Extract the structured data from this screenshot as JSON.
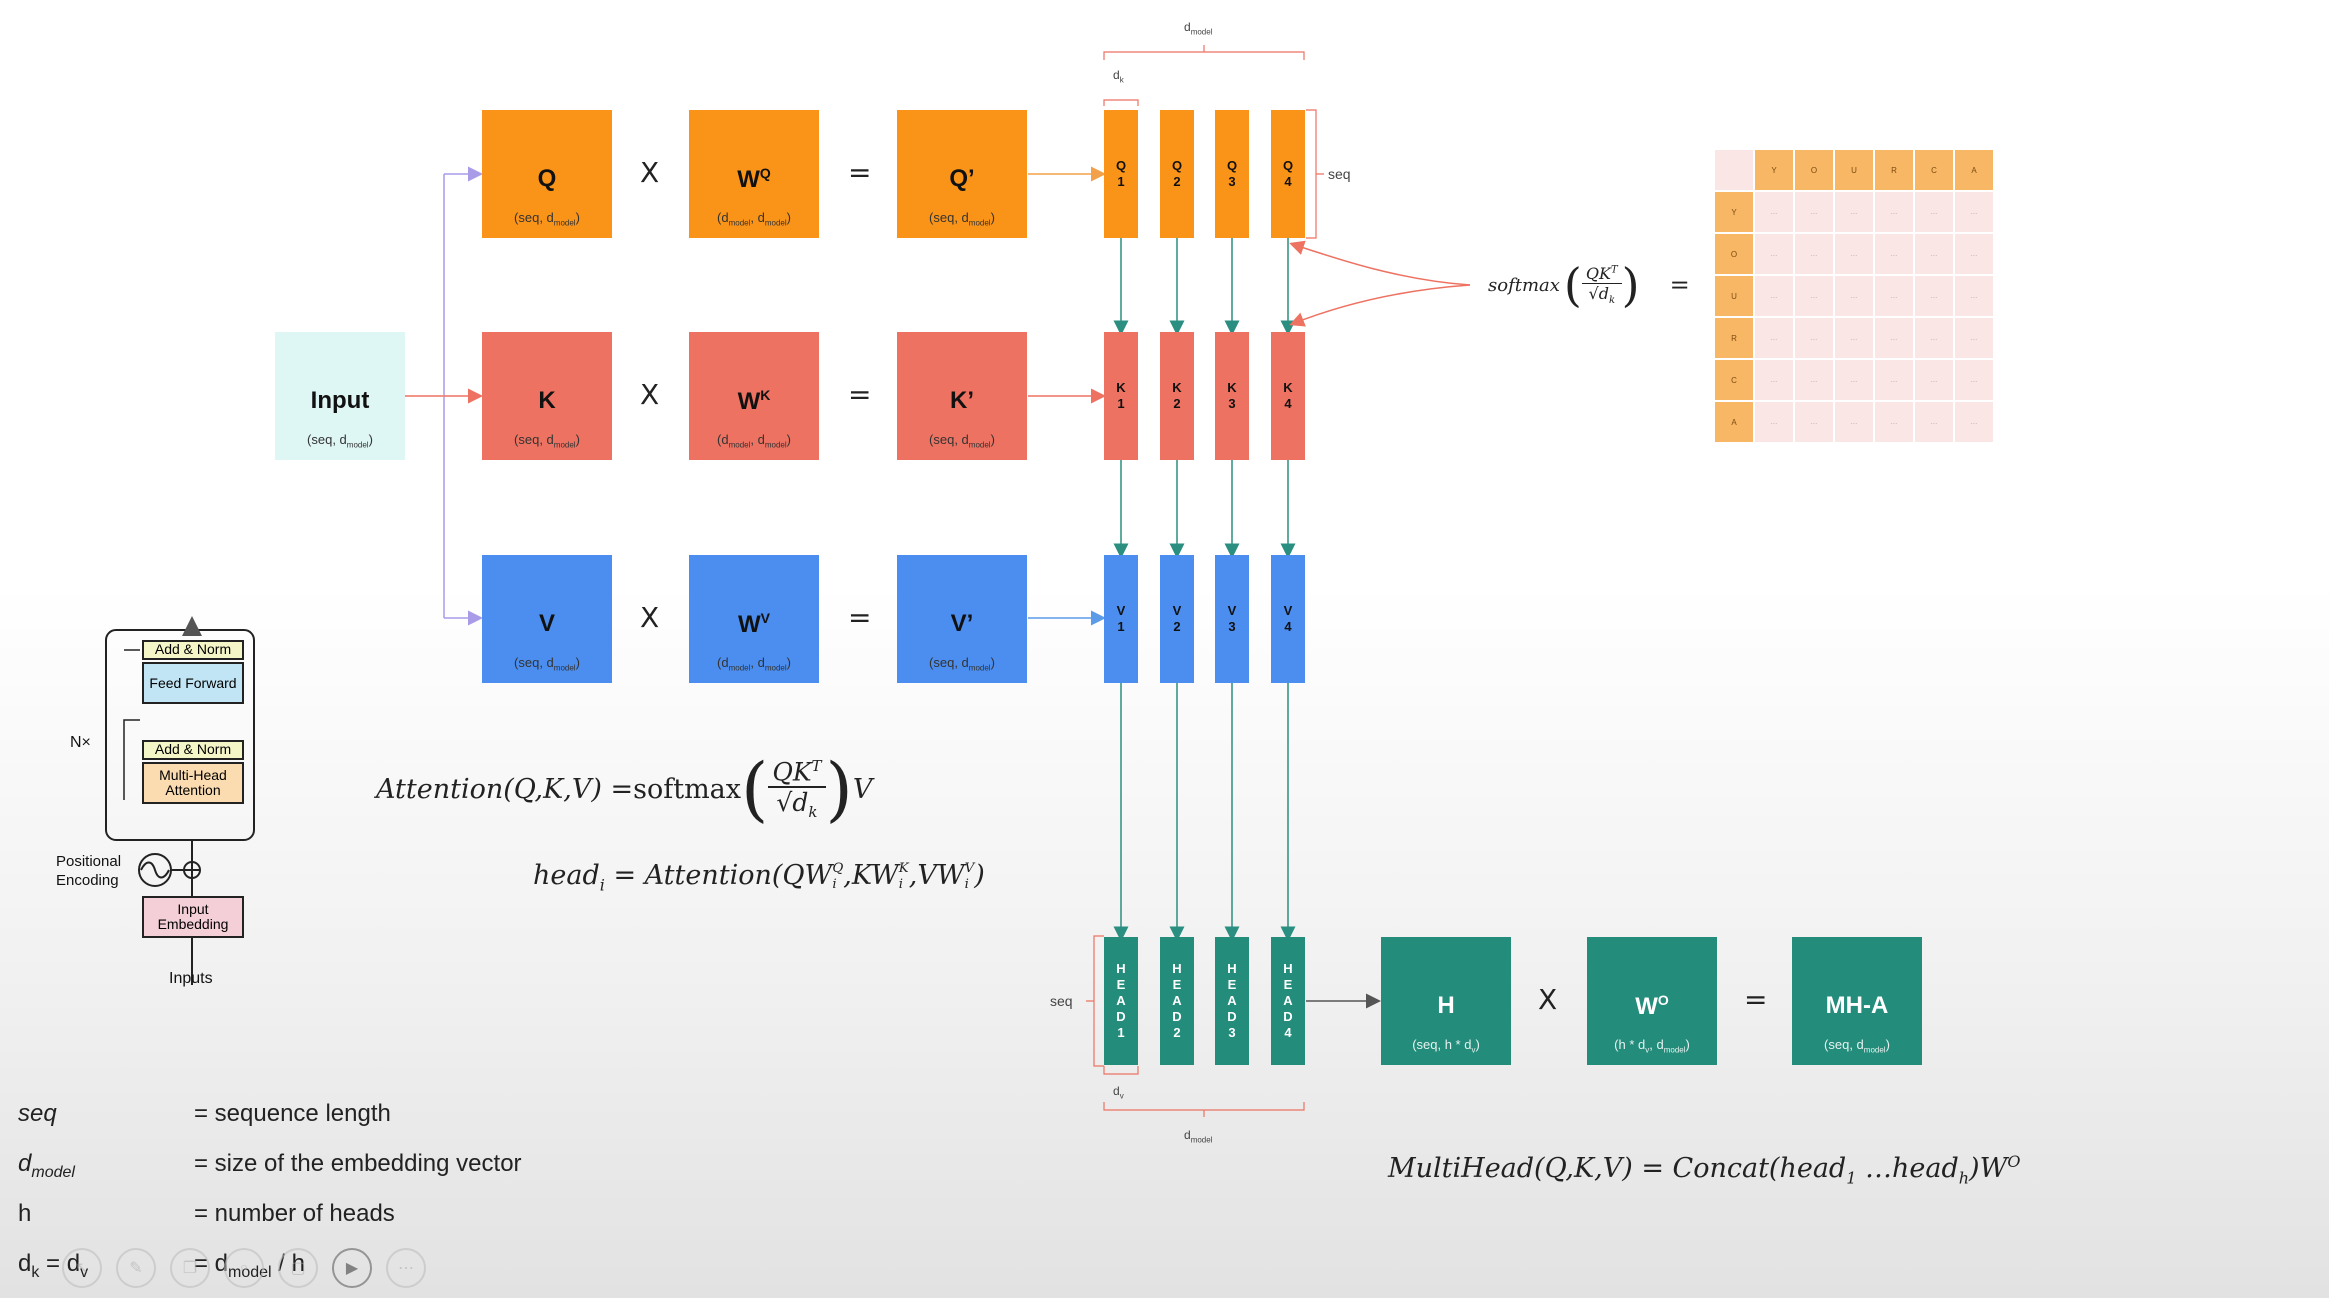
{
  "input": {
    "label": "Input",
    "shape": "(seq, d",
    "sub": "model",
    "end": ")"
  },
  "rows": [
    {
      "mat": "Q",
      "mat_shape": "(seq, d",
      "mat_sub": "model",
      "w": "W",
      "w_sup": "Q",
      "w_shape1": "(d",
      "w_sub1": "model",
      "w_mid": ", d",
      "w_sub2": "model",
      "w_end": ")",
      "res": "Q’",
      "res_shape": "(seq, d",
      "res_sub": "model",
      "heads": [
        [
          "Q",
          "1"
        ],
        [
          "Q",
          "2"
        ],
        [
          "Q",
          "3"
        ],
        [
          "Q",
          "4"
        ]
      ]
    },
    {
      "mat": "K",
      "mat_shape": "(seq, d",
      "mat_sub": "model",
      "w": "W",
      "w_sup": "K",
      "w_shape1": "(d",
      "w_sub1": "model",
      "w_mid": ", d",
      "w_sub2": "model",
      "w_end": ")",
      "res": "K’",
      "res_shape": "(seq, d",
      "res_sub": "model",
      "heads": [
        [
          "K",
          "1"
        ],
        [
          "K",
          "2"
        ],
        [
          "K",
          "3"
        ],
        [
          "K",
          "4"
        ]
      ]
    },
    {
      "mat": "V",
      "mat_shape": "(seq, d",
      "mat_sub": "model",
      "w": "W",
      "w_sup": "V",
      "w_shape1": "(d",
      "w_sub1": "model",
      "w_mid": ", d",
      "w_sub2": "model",
      "w_end": ")",
      "res": "V’",
      "res_shape": "(seq, d",
      "res_sub": "model",
      "heads": [
        [
          "V",
          "1"
        ],
        [
          "V",
          "2"
        ],
        [
          "V",
          "3"
        ],
        [
          "V",
          "4"
        ]
      ]
    }
  ],
  "ops": {
    "times": "X",
    "equals": "="
  },
  "labels": {
    "d_model_top": "d",
    "d_model_top_sub": "model",
    "dk": "d",
    "dk_sub": "k",
    "seq_right": "seq",
    "seq_left": "seq",
    "dv": "d",
    "dv_sub": "v",
    "d_model_bottom": "d",
    "d_model_bottom_sub": "model"
  },
  "heads": [
    {
      "letters": [
        "H",
        "E",
        "A",
        "D",
        "1"
      ]
    },
    {
      "letters": [
        "H",
        "E",
        "A",
        "D",
        "2"
      ]
    },
    {
      "letters": [
        "H",
        "E",
        "A",
        "D",
        "3"
      ]
    },
    {
      "letters": [
        "H",
        "E",
        "A",
        "D",
        "4"
      ]
    }
  ],
  "output": {
    "h": "H",
    "h_shape": "(seq, h * d",
    "h_sub": "v",
    "h_end": ")",
    "wo": "W",
    "wo_sup": "O",
    "wo_shape": "(h * d",
    "wo_sub1": "v",
    "wo_mid": ", d",
    "wo_sub2": "model",
    "wo_end": ")",
    "mha": "MH-A",
    "mha_shape": "(seq, d",
    "mha_sub": "model",
    "mha_end": ")"
  },
  "formulas": {
    "softmax_word": "softmax",
    "softmax_num": "QK",
    "softmax_num_sup": "T",
    "softmax_den": "d",
    "softmax_den_sub": "k",
    "softmax_eq": "=",
    "attention_lhs": "Attention(Q,K,V) = ",
    "attention_softmax": "softmax",
    "attention_V": "V",
    "head_lhs": "head",
    "head_i": "i",
    "head_rhs": " = Attention(QW",
    "head_q_sup": "Q",
    "head_q_sub": "i",
    "head_k": ",KW",
    "head_k_sup": "K",
    "head_k_sub": "i",
    "head_v": ",VW",
    "head_v_sup": "V",
    "head_v_sub": "i",
    "head_end": ")",
    "multihead": "MultiHead(Q,K,V) = Concat(head",
    "multihead_sub1": "1",
    "multihead_mid": " …head",
    "multihead_subh": "h",
    "multihead_end": ")W",
    "multihead_sup": "O"
  },
  "legend": [
    {
      "term": "seq",
      "def": "= sequence length"
    },
    {
      "term": "d",
      "term_sub": "model",
      "def": "= size of the embedding vector"
    },
    {
      "term": "h",
      "def": "= number of heads"
    },
    {
      "term": "d",
      "term_sub": "k",
      "term_mid": " = d",
      "term_sub2": "v",
      "def": "= d",
      "def_sub": "model",
      "def_end": " / h"
    }
  ],
  "transformer": {
    "nx": "N×",
    "add_norm_1": "Add & Norm",
    "feed_forward": "Feed Forward",
    "add_norm_2": "Add & Norm",
    "mha": "Multi-Head Attention",
    "pos_enc": "Positional Encoding",
    "input_emb": "Input Embedding",
    "inputs": "Inputs"
  },
  "colors": {
    "orange": "#fa9419",
    "red": "#ed7261",
    "blue": "#4b8eef",
    "teal": "#238c7b",
    "input": "#def6f4",
    "arrow_teal": "#2a8f80",
    "arrow_purple": "#a99be8"
  }
}
